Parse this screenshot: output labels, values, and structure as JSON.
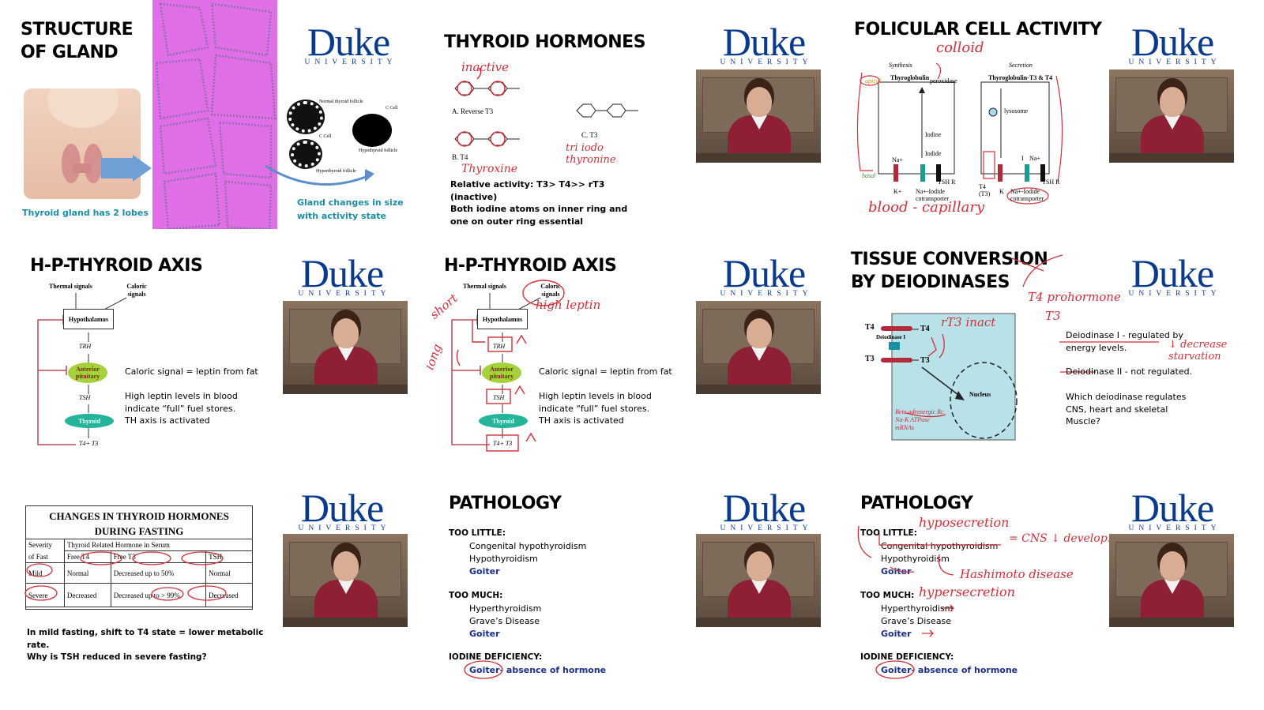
{
  "brand": {
    "word": "Duke",
    "sub": "UNIVERSITY",
    "color": "#0a3a8c"
  },
  "slides": {
    "s1": {
      "title": "STRUCTURE OF GLAND",
      "caption_left": "Thyroid gland has 2 lobes",
      "caption_right": "Gland changes in size with activity state",
      "labels": {
        "normal": "Normal thyroid follicle",
        "ccell": "C Cell",
        "hypo": "Hypothyroid follicle",
        "hyper": "Hyperthyroid follicle",
        "ccell2": "C Cell"
      }
    },
    "s2": {
      "title": "THYROID HORMONES",
      "labels": {
        "a": "A. Reverse T3",
        "b": "B. T4",
        "c": "C. T3"
      },
      "notes": "Relative activity: T3> T4>> rT3 (inactive)\nBoth iodine atoms on inner ring and one on outer ring essential",
      "hand": {
        "inactive": "inactive",
        "thyroxine": "Thyroxine",
        "triiodo": "tri iodo thyronine"
      }
    },
    "s3": {
      "title": "FOLICULAR CELL ACTIVITY",
      "hand": {
        "colloid": "colloid",
        "blood": "blood - capillary"
      },
      "labels": {
        "synthesis": "Synthesis",
        "secretion": "Secretion",
        "apical": "apical",
        "basal": "basal",
        "thyroglobulin": "Thyroglobulin",
        "peroxidase": "peroxidase",
        "tgt3t4": "Thyroglobulin-T3 & T4",
        "lysosome": "lysosome",
        "iodine": "Iodine",
        "iodide": "Iodide",
        "na1": "Na+",
        "k1": "K+",
        "nai": "Na+-Iodide cotransporter",
        "tshr": "TSH R",
        "t4t3": "T4 (T3)",
        "i": "I",
        "na2": "Na+",
        "k2": "K",
        "nai2": "Na+-Iodide cotransporter",
        "tshr2": "TSH R"
      }
    },
    "s4": {
      "title": "H-P-THYROID AXIS",
      "labels": {
        "thermal": "Thermal signals",
        "caloric": "Caloric signals",
        "hypothalamus": "Hypothalamus",
        "trh": "TRH",
        "ap": "Anterior pituitary",
        "tsh": "TSH",
        "thyroid": "Thyroid",
        "t4t3": "T4+ T3"
      },
      "notes": {
        "n1": "Caloric signal = leptin from fat",
        "n2": "High leptin levels in blood indicate “full” fuel stores.",
        "n3": "TH axis is activated"
      }
    },
    "s5": {
      "title": "H-P-THYROID AXIS",
      "labels": {
        "thermal": "Thermal signals",
        "caloric": "Caloric signals",
        "hypothalamus": "Hypothalamus",
        "trh": "TRH",
        "ap": "Anterior pituitary",
        "tsh": "TSH",
        "thyroid": "Thyroid",
        "t4t3": "T4+ T3"
      },
      "notes": {
        "n1": "Caloric signal = leptin from fat",
        "n2": "High leptin levels in blood indicate “full” fuel stores.",
        "n3": "TH axis is activated"
      },
      "hand": {
        "short": "short",
        "long": "long",
        "high_leptin": "high leptin"
      }
    },
    "s6": {
      "title": "TISSUE CONVERSION BY DEIODINASES",
      "labels": {
        "t4a": "T4",
        "t4b": "T4",
        "t3a": "T3",
        "t3b": "T3",
        "deio": "Deiodinase I",
        "nucleus": "Nucleus",
        "mrna": "Beta adrenergic Rc\nNa-K ATPase\nmRNAs"
      },
      "notes": {
        "n1": "Deiodinase I - regulated by energy levels.",
        "n2": "Deiodinase II - not regulated.",
        "n3": "Which deiodinase regulates CNS, heart and skeletal Muscle?"
      },
      "hand": {
        "rt3": "rT3 inact",
        "prohormone": "T4 prohormone",
        "t3": "T3",
        "starvation": "↓ decrease starvation"
      }
    },
    "s7": {
      "title": "CHANGES IN THYROID HORMONES DURING FASTING",
      "table": {
        "head1": [
          "Severity",
          "Thyroid Related Hormone in Serum"
        ],
        "head2": [
          "of Fast",
          "Free T4",
          "Free T3",
          "TSH"
        ],
        "rows": [
          [
            "Mild",
            "Normal",
            "Decreased up to 50%",
            "Normal"
          ],
          [
            "Severe",
            "Decreased",
            "Decreased up to > 99%",
            "Decreased"
          ]
        ]
      },
      "notes": {
        "n1": "In mild fasting, shift to T4 state = lower metabolic rate.",
        "n2": "Why is TSH reduced in severe fasting?"
      }
    },
    "s8": {
      "title": "PATHOLOGY",
      "sections": [
        {
          "head": "TOO LITTLE:",
          "items": [
            "Congenital hypothyroidism",
            "Hypothyroidism"
          ],
          "accent": "Goiter"
        },
        {
          "head": "TOO MUCH:",
          "items": [
            "Hyperthyroidism",
            "Grave’s Disease"
          ],
          "accent": "Goiter"
        },
        {
          "head": "IODINE DEFICIENCY:",
          "items": [],
          "accent": "Goiter- absence of hormone"
        }
      ]
    },
    "s9": {
      "title": "PATHOLOGY",
      "sections": [
        {
          "head": "TOO LITTLE:",
          "items": [
            "Congenital hypothyroidism",
            "Hypothyroidism"
          ],
          "accent": "Goiter"
        },
        {
          "head": "TOO MUCH:",
          "items": [
            "Hyperthyroidism",
            "Grave’s Disease"
          ],
          "accent": "Goiter"
        },
        {
          "head": "IODINE DEFICIENCY:",
          "items": [],
          "accent": "Goiter- absence of hormone"
        }
      ],
      "hand": {
        "hyposecretion": "hyposecretion",
        "cns": "= CNS ↓ develop.",
        "hashimoto": "Hashimoto disease",
        "hypersecretion": "hypersecretion"
      }
    }
  }
}
